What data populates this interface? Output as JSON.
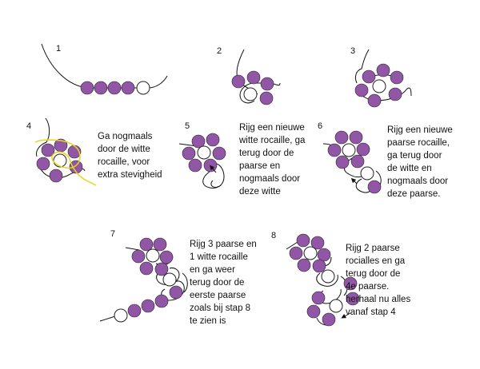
{
  "colors": {
    "purple_bead": "#9256a6",
    "white_bead": "#ffffff",
    "bead_outline": "#222222",
    "thread": "#111111",
    "thread_highlight": "#e6d51a"
  },
  "steps": [
    {
      "number": "1",
      "caption_lines": []
    },
    {
      "number": "2",
      "caption_lines": []
    },
    {
      "number": "3",
      "caption_lines": []
    },
    {
      "number": "4",
      "caption_lines": [
        "Ga nogmaals",
        "door de witte",
        "rocaille, voor",
        "extra stevigheid"
      ]
    },
    {
      "number": "5",
      "caption_lines": [
        "Rijg een nieuwe",
        "witte rocaille, ga",
        "terug door de",
        "paarse en",
        "nogmaals door",
        "deze witte"
      ]
    },
    {
      "number": "6",
      "caption_lines": [
        "Rijg een nieuwe",
        "paarse rocaille,",
        "ga terug door",
        "de witte en",
        "nogmaals door",
        "deze paarse."
      ]
    },
    {
      "number": "7",
      "caption_lines": [
        "Rijg 3 paarse en",
        "1 witte rocaille",
        "en ga weer",
        "terug door de",
        "eerste paarse",
        "zoals bij stap 8",
        "te zien is"
      ]
    },
    {
      "number": "8",
      "caption_lines": [
        "Rijg 2 paarse",
        "rocialles en ga",
        "terug door de",
        "4e paarse.",
        "herhaal nu alles",
        "vanaf stap 4"
      ]
    }
  ]
}
